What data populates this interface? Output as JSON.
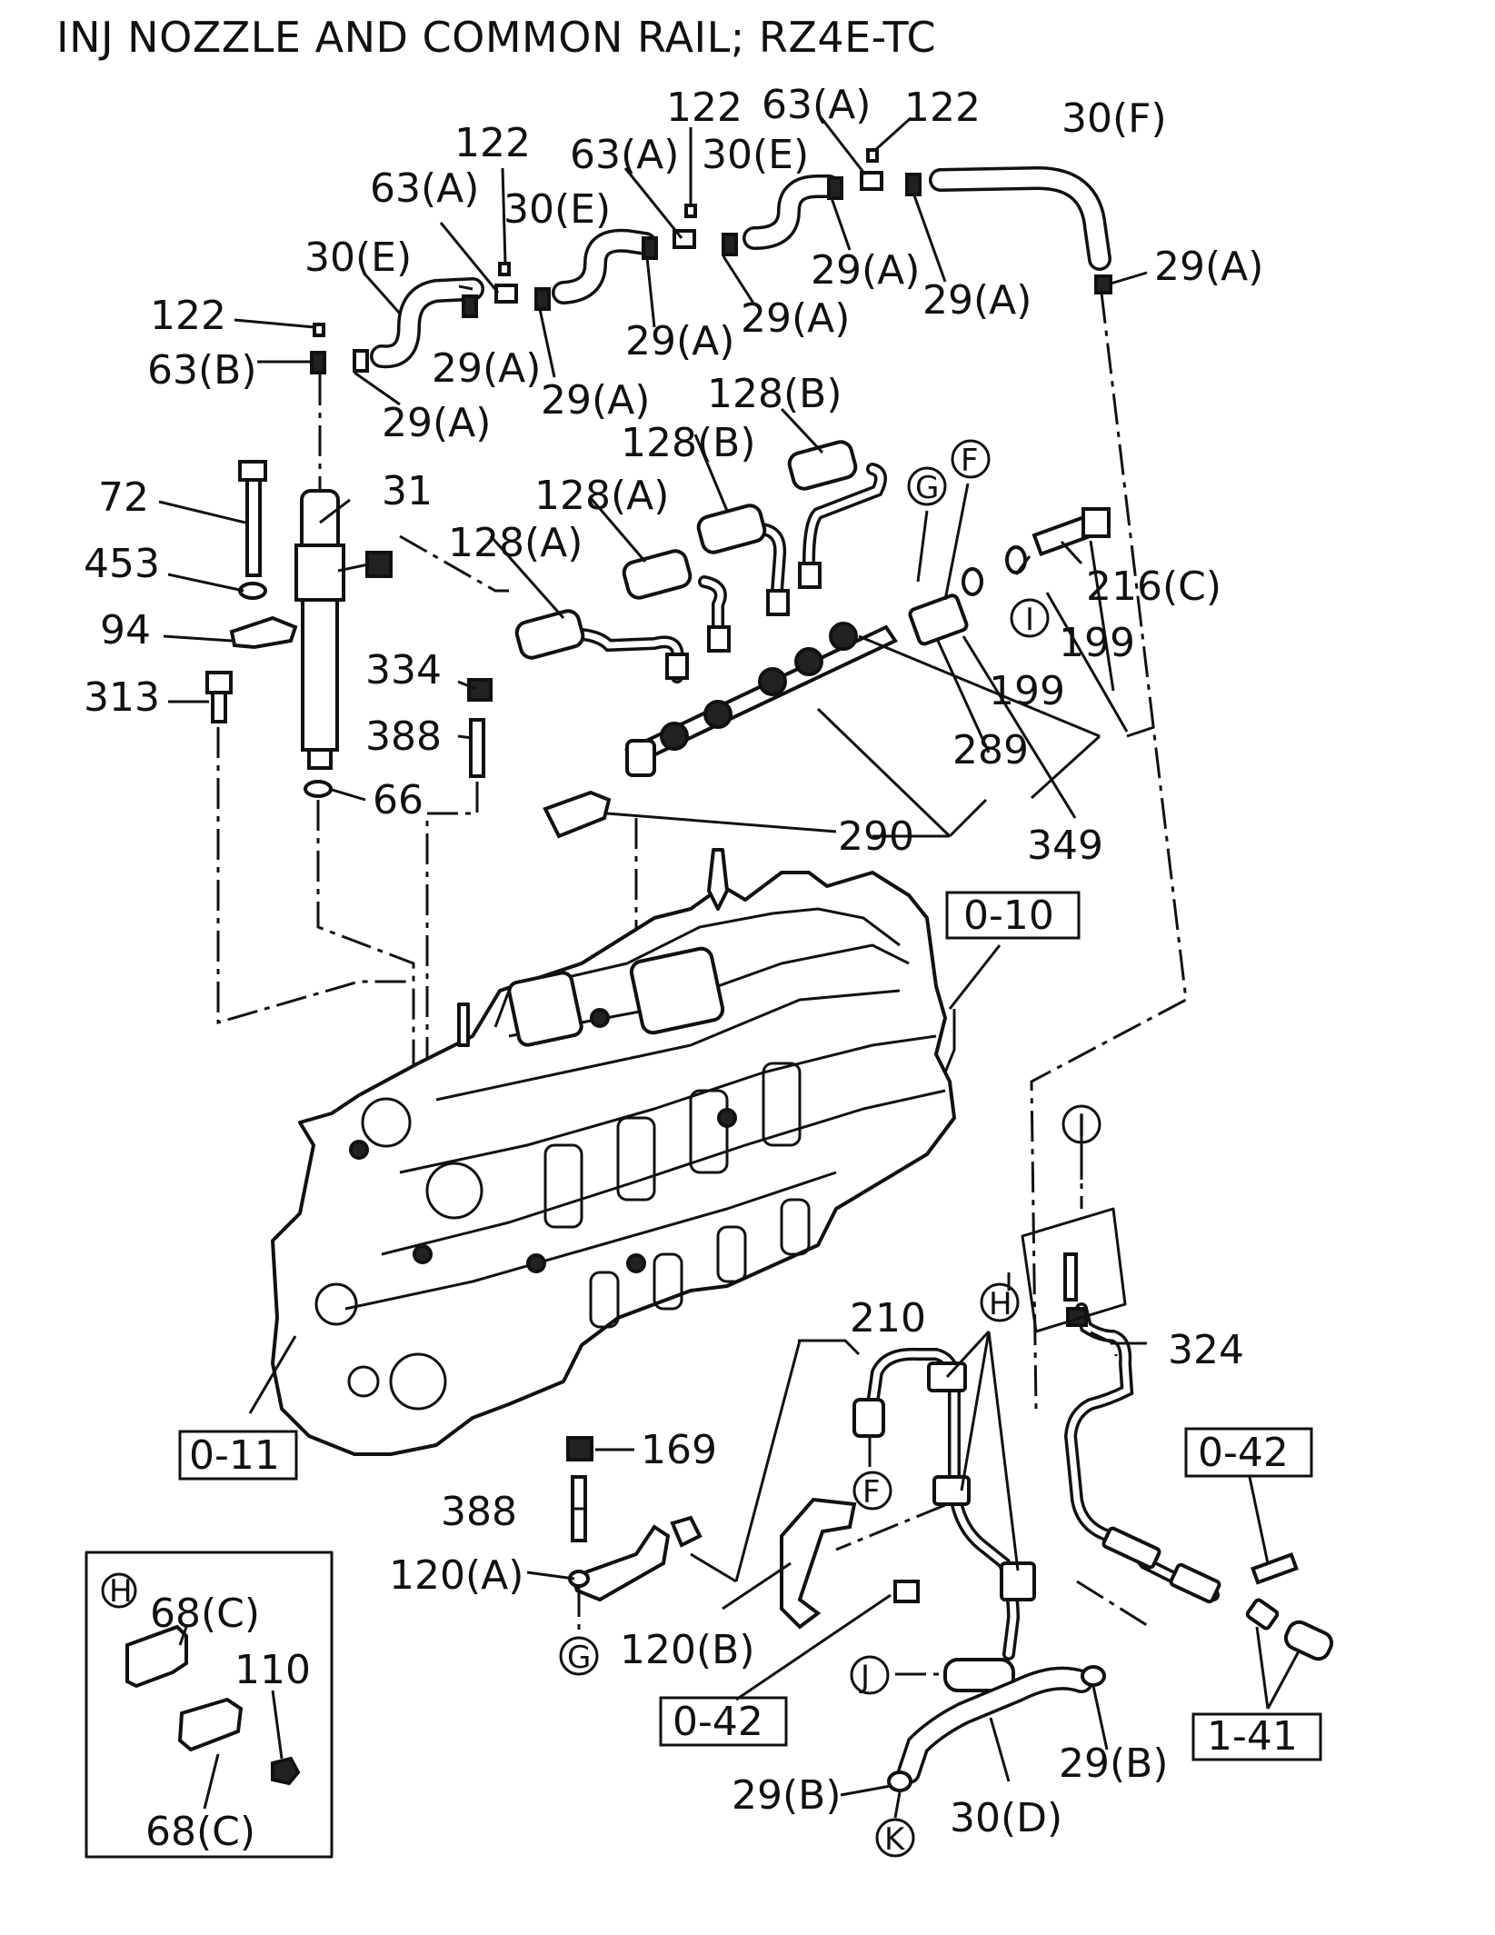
{
  "title": "INJ NOZZLE AND COMMON RAIL; RZ4E-TC",
  "labels": {
    "l122a": "122",
    "l122b": "122",
    "l122c": "122",
    "l122d": "122",
    "l63a1": "63(A)",
    "l63a2": "63(A)",
    "l63a3": "63(A)",
    "l63b": "63(B)",
    "l30e1": "30(E)",
    "l30e2": "30(E)",
    "l30e3": "30(E)",
    "l30f": "30(F)",
    "l29a1": "29(A)",
    "l29a2": "29(A)",
    "l29a3": "29(A)",
    "l29a4": "29(A)",
    "l29a5": "29(A)",
    "l29a6": "29(A)",
    "l29a7": "29(A)",
    "l29a8": "29(A)",
    "l128b1": "128(B)",
    "l128b2": "128(B)",
    "l128a1": "128(A)",
    "l128a2": "128(A)",
    "l72": "72",
    "l31": "31",
    "l453": "453",
    "l94": "94",
    "l313": "313",
    "l334": "334",
    "l388a": "388",
    "l66": "66",
    "l216c": "216(C)",
    "l199a": "199",
    "l199b": "199",
    "l289": "289",
    "l290": "290",
    "l349": "349",
    "l210": "210",
    "l324": "324",
    "l169": "169",
    "l388b": "388",
    "l120a": "120(A)",
    "l120b": "120(B)",
    "l29b1": "29(B)",
    "l29b2": "29(B)",
    "l30d": "30(D)",
    "l68c1": "68(C)",
    "l68c2": "68(C)",
    "l110": "110"
  },
  "circled": {
    "cF1": "F",
    "cG1": "G",
    "cI1": "I",
    "cI2": "I",
    "cH1": "H",
    "cF2": "F",
    "cG2": "G",
    "cJ": "J",
    "cK": "K",
    "cH2": "H"
  },
  "refs": {
    "r010": "0-10",
    "r011": "0-11",
    "r042a": "0-42",
    "r042b": "0-42",
    "r141": "1-41"
  }
}
